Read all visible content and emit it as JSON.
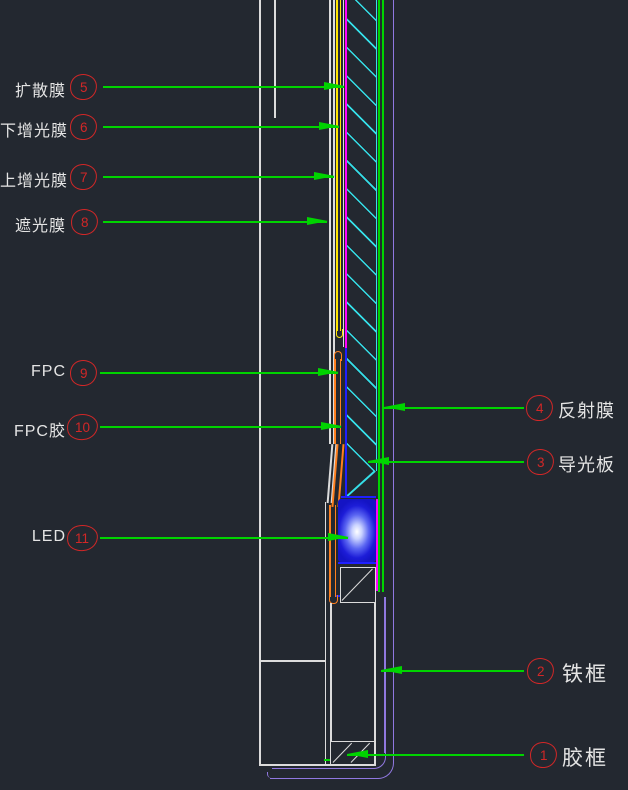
{
  "drawing_title": "LCD backlight module cross-section callout diagram",
  "colors": {
    "background": "#232830",
    "callout_green": "#00d400",
    "balloon_red": "#d22727",
    "label_text": "#e4e4e4",
    "structure_white": "#dcdcdc",
    "film_yellow": "#ffe400",
    "film_magenta": "#ff00ff",
    "lgp_cyan": "#35dfe8",
    "fpc_orange": "#ff7f1e",
    "adhesive_blue": "#1f1fff",
    "iron_frame_purple": "#9078e0"
  },
  "callouts": {
    "left": [
      {
        "num": "5",
        "label": "扩散膜"
      },
      {
        "num": "6",
        "label": "下增光膜"
      },
      {
        "num": "7",
        "label": "上增光膜"
      },
      {
        "num": "8",
        "label": "遮光膜"
      },
      {
        "num": "9",
        "label": "FPC"
      },
      {
        "num": "10",
        "label": "FPC胶"
      },
      {
        "num": "11",
        "label": "LED"
      }
    ],
    "right": [
      {
        "num": "4",
        "label": "反射膜"
      },
      {
        "num": "3",
        "label": "导光板"
      },
      {
        "num": "2",
        "label": "铁框"
      },
      {
        "num": "1",
        "label": "胶框"
      }
    ]
  }
}
